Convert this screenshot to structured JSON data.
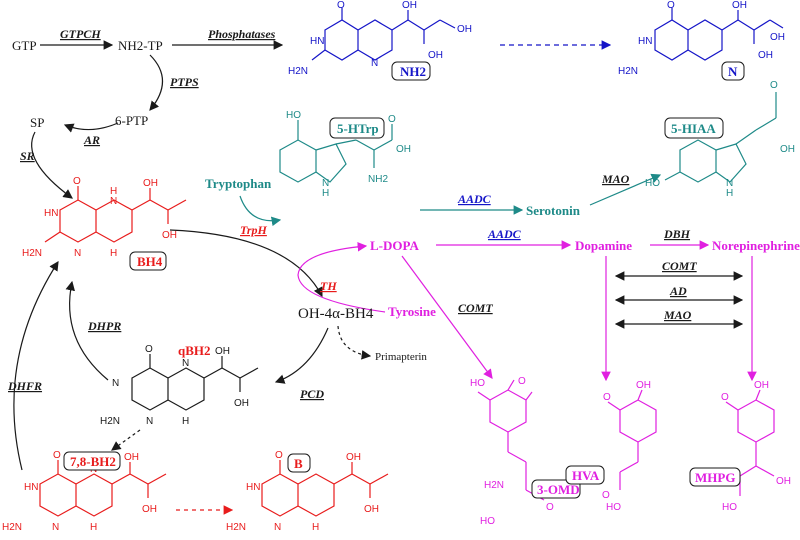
{
  "colors": {
    "black": "#1a1a1a",
    "blue": "#1515c8",
    "teal": "#1e8a88",
    "red": "#e81c1c",
    "magenta": "#e020e0"
  },
  "compounds": {
    "gtp": "GTP",
    "nh2tp": "NH2-TP",
    "ptp6": "6-PTP",
    "sp": "SP",
    "tryptophan": "Tryptophan",
    "serotonin": "Serotonin",
    "ldopa": "L-DOPA",
    "dopamine": "Dopamine",
    "norepinephrine": "Norepinephrine",
    "tyrosine": "Tyrosine",
    "oh4abh4": "OH-4α-BH4",
    "primapterin": "Primapterin"
  },
  "enzymes": {
    "gtpch": "GTPCH",
    "phosphatases": "Phosphatases",
    "ptps": "PTPS",
    "ar": "AR",
    "sr": "SR",
    "trph": "TrpH",
    "aadc1": "AADC",
    "mao1": "MAO",
    "aadc2": "AADC",
    "dbh": "DBH",
    "th": "TH",
    "comt1": "COMT",
    "comt2": "COMT",
    "ad": "AD",
    "mao2": "MAO",
    "dhpr": "DHPR",
    "dhfr": "DHFR",
    "pcd": "PCD"
  },
  "boxes": {
    "nh2": "NH2",
    "n": "N",
    "htrp": "5-HTrp",
    "hiaa": "5-HIAA",
    "bh4": "BH4",
    "bh2_78": "7,8-BH2",
    "b": "B",
    "omd": "3-OMD",
    "hva": "HVA",
    "mhpg": "MHPG"
  },
  "structure_labels": {
    "qbh2": "qBH2",
    "o": "O",
    "hn": "HN",
    "nh": "NH",
    "n": "N",
    "h": "H",
    "h2n": "H2N",
    "oh": "OH",
    "ho": "HO",
    "nh2": "NH2",
    "o_me": "O"
  }
}
